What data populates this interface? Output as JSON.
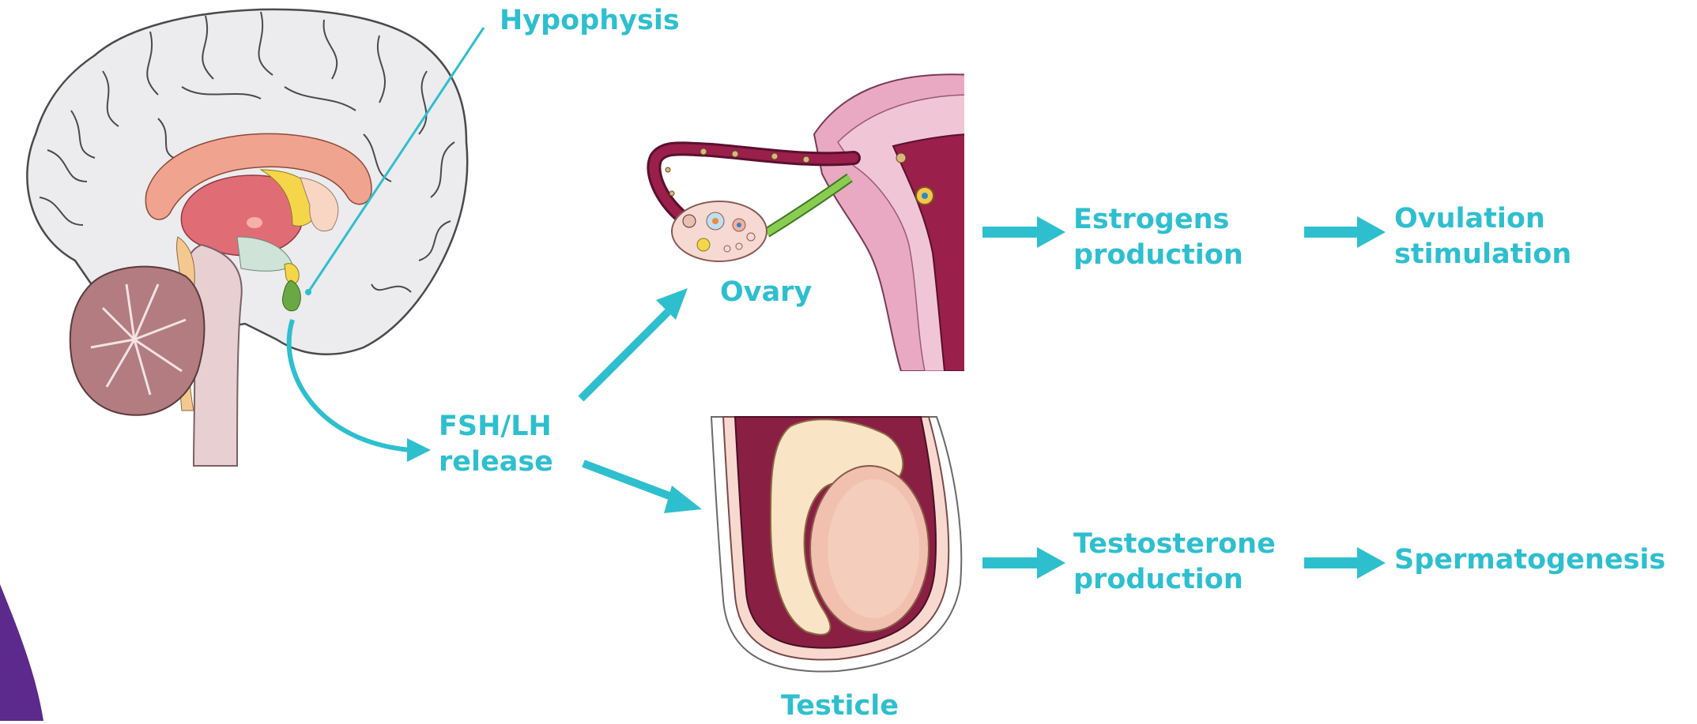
{
  "colors": {
    "accent": "#2ebfcf",
    "purple_shape": "#5b2a8c"
  },
  "labels": {
    "hypophysis": "Hypophysis",
    "fsh_lh_line1": "FSH/LH",
    "fsh_lh_line2": "release",
    "ovary": "Ovary",
    "testicle": "Testicle",
    "estrogens_line1": "Estrogens",
    "estrogens_line2": "production",
    "ovulation_line1": "Ovulation",
    "ovulation_line2": "stimulation",
    "testosterone_line1": "Testosterone",
    "testosterone_line2": "production",
    "spermatogenesis": "Spermatogenesis"
  },
  "illustrations": {
    "brain": "brain-sagittal-illustration",
    "uterus": "uterus-ovary-illustration",
    "testicle": "testicle-cross-section-illustration"
  }
}
